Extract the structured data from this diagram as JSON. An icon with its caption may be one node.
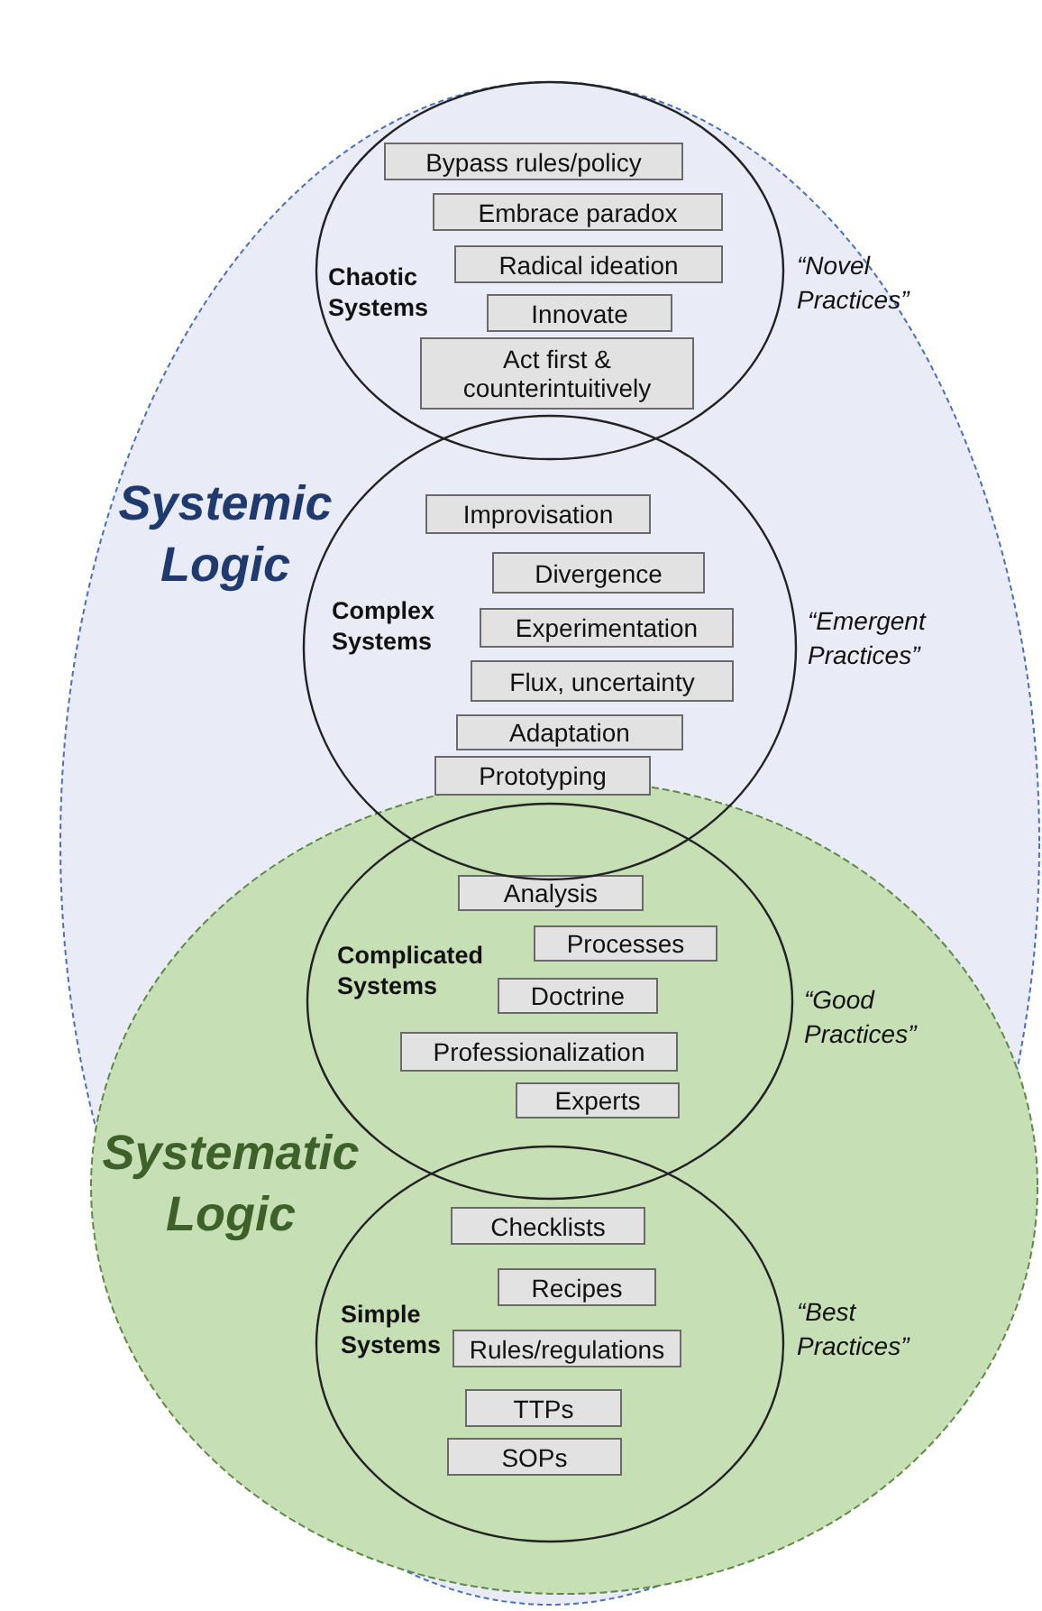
{
  "diagram": {
    "nodes": [
      {
        "text": [
          "Systemic Logic"
        ]
      },
      {
        "text": [
          "Chaotic Systems"
        ],
        "beside": [
          "“Novel Practices”"
        ],
        "in": 0
      },
      {
        "text": [
          "Bypass rules/policy"
        ],
        "in": 1
      },
      {
        "text": [
          "Embrace paradox"
        ],
        "in": 1
      },
      {
        "text": [
          "Radical ideation"
        ],
        "in": 1
      },
      {
        "text": [
          "Innovate"
        ],
        "in": 1
      },
      {
        "text": [
          "Act first & counterintuitively"
        ],
        "in": 1
      },
      {
        "text": [
          "Complex Systems"
        ],
        "beside": [
          "“Emergent Practices”"
        ],
        "in": 0
      },
      {
        "text": [
          "Improvisation"
        ],
        "in": 7
      },
      {
        "text": [
          "Divergence"
        ],
        "in": 7
      },
      {
        "text": [
          "Experimentation"
        ],
        "in": 7
      },
      {
        "text": [
          "Flux, uncertainty"
        ],
        "in": 7
      },
      {
        "text": [
          "Adaptation"
        ],
        "in": 7
      },
      {
        "text": [
          "Prototyping"
        ],
        "in": 7
      },
      {
        "text": [
          "Systematic Logic"
        ],
        "in": 0
      },
      {
        "text": [
          "Complicated Systems"
        ],
        "beside": [
          "“Good Practices”"
        ],
        "in": 14
      },
      {
        "text": [
          "Analysis"
        ],
        "in": 15
      },
      {
        "text": [
          "Processes"
        ],
        "in": 15
      },
      {
        "text": [
          "Doctrine"
        ],
        "in": 15
      },
      {
        "text": [
          "Professionalization"
        ],
        "in": 15
      },
      {
        "text": [
          "Experts"
        ],
        "in": 15
      },
      {
        "text": [
          "Simple Systems"
        ],
        "beside": [
          "“Best Practices”"
        ],
        "in": 14
      },
      {
        "text": [
          "Checklists"
        ],
        "in": 21
      },
      {
        "text": [
          "Recipes"
        ],
        "in": 21
      },
      {
        "text": [
          "Rules/regulations"
        ],
        "in": 21
      },
      {
        "text": [
          "TTPs"
        ],
        "in": 21
      },
      {
        "text": [
          "SOPs"
        ],
        "in": 21
      }
    ]
  }
}
